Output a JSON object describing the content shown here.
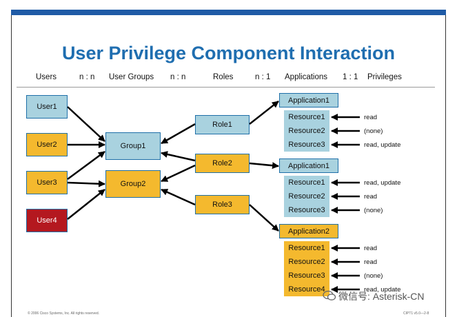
{
  "title": "User Privilege Component Interaction",
  "header": {
    "users": "Users",
    "rel1": "n : n",
    "user_groups": "User Groups",
    "rel2": "n : n",
    "roles": "Roles",
    "rel3": "n : 1",
    "applications": "Applications",
    "rel4": "1 : 1",
    "privileges": "Privileges"
  },
  "users": [
    "User1",
    "User2",
    "User3",
    "User4"
  ],
  "groups": [
    "Group1",
    "Group2"
  ],
  "roles": [
    "Role1",
    "Role2",
    "Role3"
  ],
  "applications": [
    {
      "name": "Application1",
      "resources": [
        "Resource1",
        "Resource2",
        "Resource3"
      ],
      "privileges": [
        "read",
        "(none)",
        "read, update"
      ]
    },
    {
      "name": "Application1",
      "resources": [
        "Resource1",
        "Resource2",
        "Resource3"
      ],
      "privileges": [
        "read, update",
        "read",
        "(none)"
      ]
    },
    {
      "name": "Application2",
      "resources": [
        "Resource1",
        "Resource2",
        "Resource3",
        "Resource4"
      ],
      "privileges": [
        "read",
        "read",
        "(none)",
        "read, update"
      ]
    }
  ],
  "footer": {
    "left": "© 2006 Cisco Systems, Inc. All rights reserved.",
    "right": "CIPT1 v5.0—2-8"
  },
  "watermark": "微信号: Asterisk-CN",
  "colors": {
    "blue": "#a9d2df",
    "gold": "#f4b92e",
    "red": "#b4181f",
    "title": "#1f6eb0",
    "bar": "#1f5ba6"
  }
}
